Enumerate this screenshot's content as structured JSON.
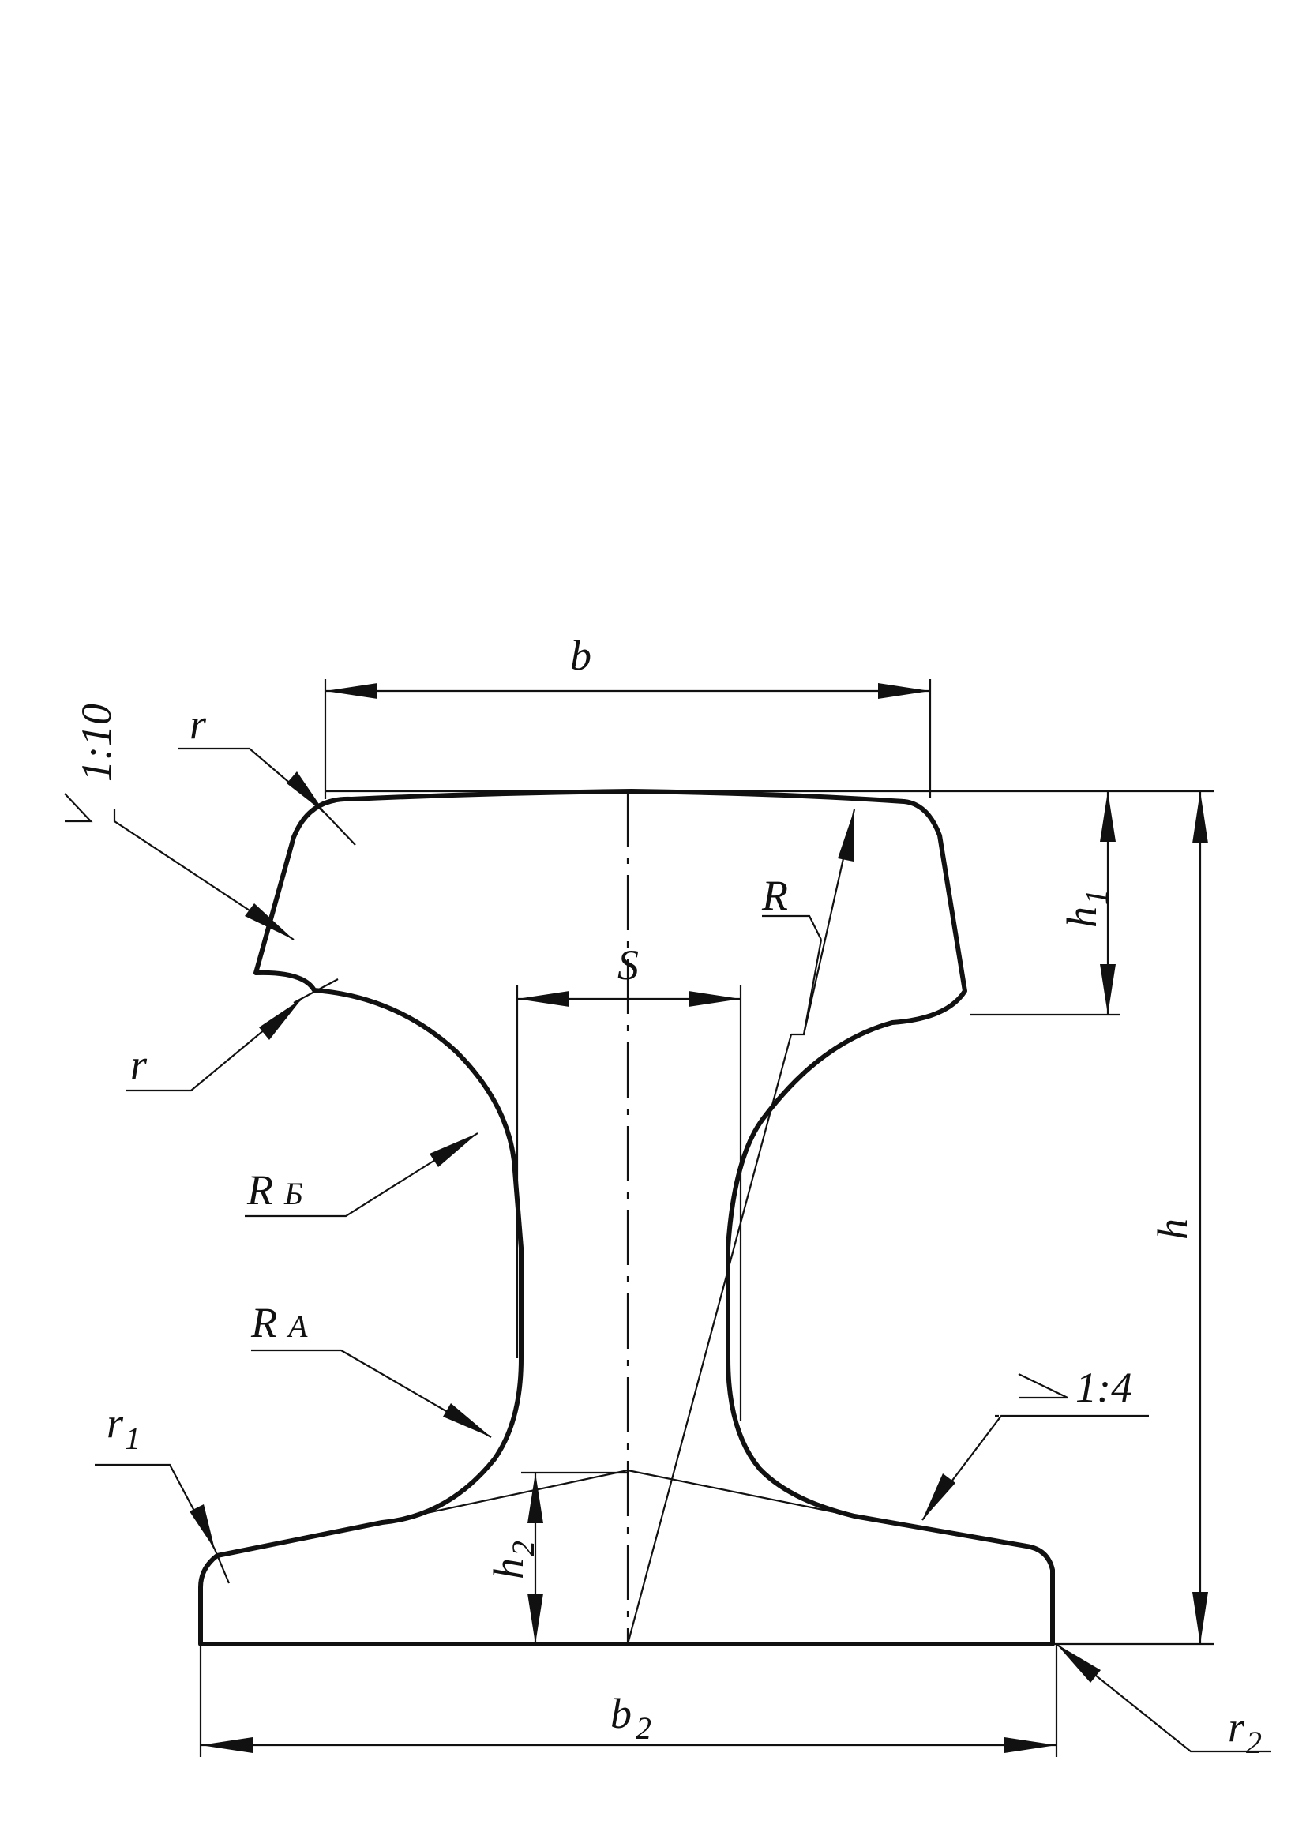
{
  "labels": {
    "b": "b",
    "b2": "b",
    "b2_sub": "2",
    "h": "h",
    "h1": "h",
    "h1_sub": "1",
    "h2": "h",
    "h2_sub": "2",
    "s": "S",
    "r_big": "R",
    "r_top": "r",
    "r_mid": "r",
    "r_b": "R",
    "r_b_sub": "Б",
    "r_a": "R",
    "r_a_sub": "A",
    "r1": "r",
    "r1_sub": "1",
    "r2": "r",
    "r2_sub": "2",
    "slope_head": "1:10",
    "slope_foot": "1:4"
  }
}
